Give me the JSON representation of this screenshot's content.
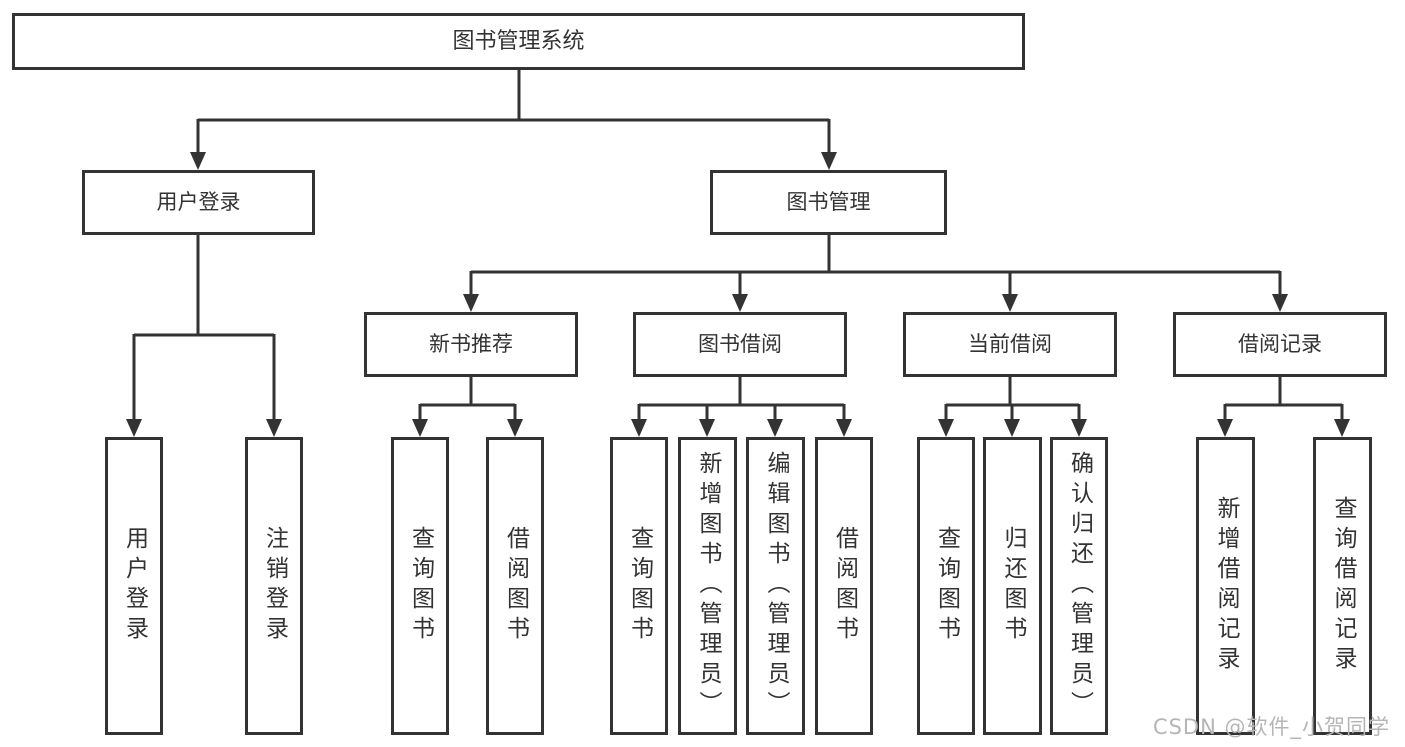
{
  "colors": {
    "line": "#333333",
    "text": "#333333",
    "watermark": "#b5b5b5",
    "bg": "#ffffff"
  },
  "tree": {
    "root": {
      "label": "图书管理系统"
    },
    "branches": [
      {
        "label": "用户登录",
        "leaves": [
          {
            "label": "用户登录"
          },
          {
            "label": "注销登录"
          }
        ]
      },
      {
        "label": "图书管理",
        "groups": [
          {
            "label": "新书推荐",
            "leaves": [
              {
                "label": "查询图书"
              },
              {
                "label": "借阅图书"
              }
            ]
          },
          {
            "label": "图书借阅",
            "leaves": [
              {
                "label": "查询图书"
              },
              {
                "label": "新增图书（管理员）"
              },
              {
                "label": "编辑图书（管理员）"
              },
              {
                "label": "借阅图书"
              }
            ]
          },
          {
            "label": "当前借阅",
            "leaves": [
              {
                "label": "查询图书"
              },
              {
                "label": "归还图书"
              },
              {
                "label": "确认归还（管理员）"
              }
            ]
          },
          {
            "label": "借阅记录",
            "leaves": [
              {
                "label": "新增借阅记录"
              },
              {
                "label": "查询借阅记录"
              }
            ]
          }
        ]
      }
    ]
  },
  "watermark": {
    "text": "CSDN @软件_小贺同学"
  }
}
